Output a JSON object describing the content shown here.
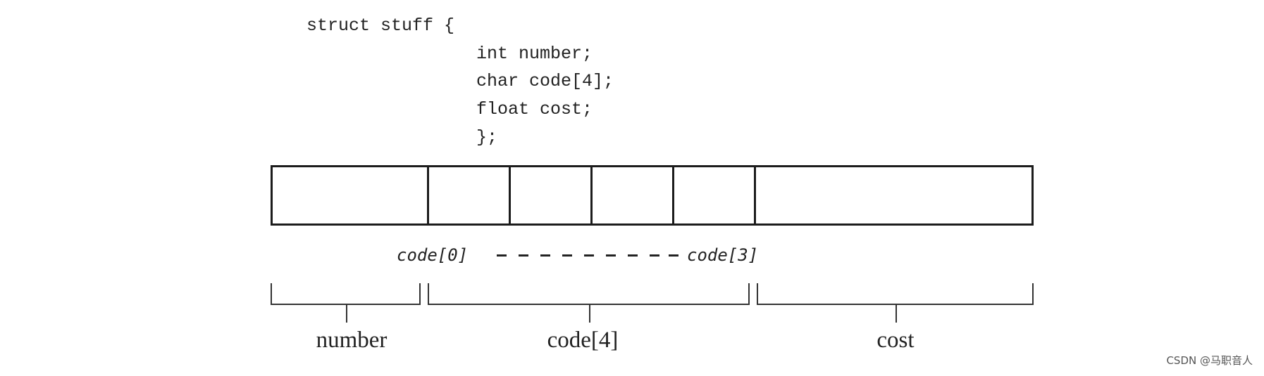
{
  "code": [
    "struct stuff {",
    "int number;",
    "char code[4];",
    "float cost;",
    "};"
  ],
  "index_labels": {
    "first": "code[0]",
    "last": "code[3]"
  },
  "fields": [
    {
      "label": "number"
    },
    {
      "label": "code[4]"
    },
    {
      "label": "cost"
    }
  ],
  "watermark": "CSDN @马职音人"
}
